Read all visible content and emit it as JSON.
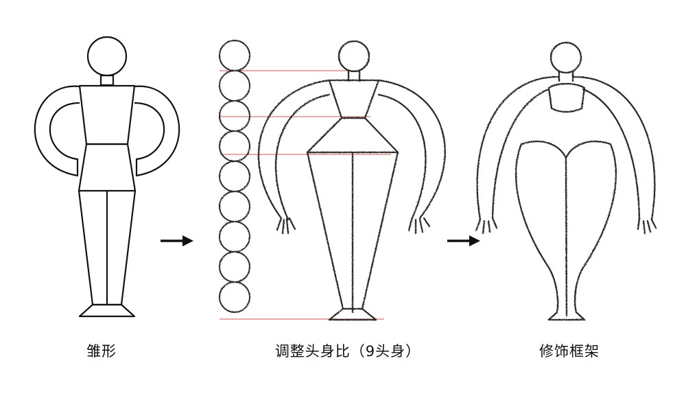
{
  "captions": {
    "step1": "雏形",
    "step2": "调整头身比（9头身）",
    "step3": "修饰框架"
  },
  "icons": {
    "arrow1": "right-arrow-icon",
    "arrow2": "right-arrow-icon"
  },
  "head_ratio": 9,
  "colors": {
    "ink": "#111111",
    "pencil": "#2a2a2a",
    "guide": "#e03030"
  }
}
